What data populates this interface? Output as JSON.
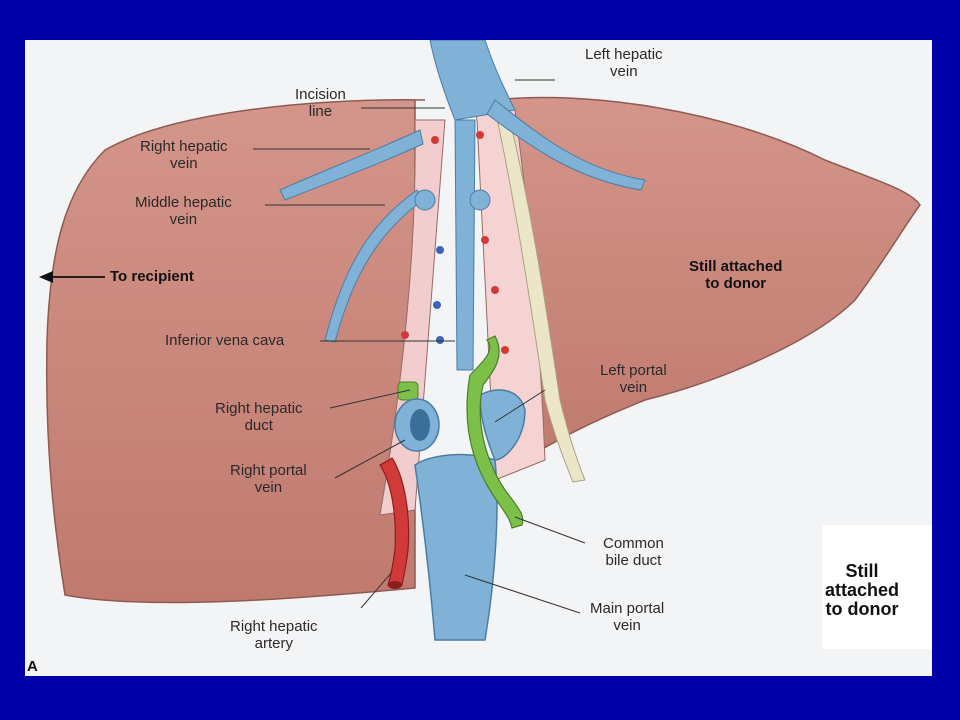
{
  "labels": {
    "left_hepatic_vein": "Left hepatic\nvein",
    "incision_line": "Incision\nline",
    "right_hepatic_vein": "Right hepatic\nvein",
    "middle_hepatic_vein": "Middle hepatic\nvein",
    "to_recipient": "To recipient",
    "still_attached_upper": "Still attached\nto donor",
    "inferior_vena_cava": "Inferior vena cava",
    "left_portal_vein": "Left portal\nvein",
    "right_hepatic_duct": "Right hepatic\nduct",
    "right_portal_vein": "Right portal\nvein",
    "common_bile_duct": "Common\nbile duct",
    "still_attached_lower": "Still\nattached\nto donor",
    "main_portal_vein": "Main portal\nvein",
    "right_hepatic_artery": "Right hepatic\nartery",
    "panel_letter": "A"
  },
  "colors": {
    "background": "#0000a8",
    "liver": "#c9867a",
    "cut_surface": "#f3cfcf",
    "vein": "#7fb2d6",
    "artery": "#d23a3a",
    "bile_duct": "#7cc04a",
    "ligament": "#e8e4c6"
  }
}
